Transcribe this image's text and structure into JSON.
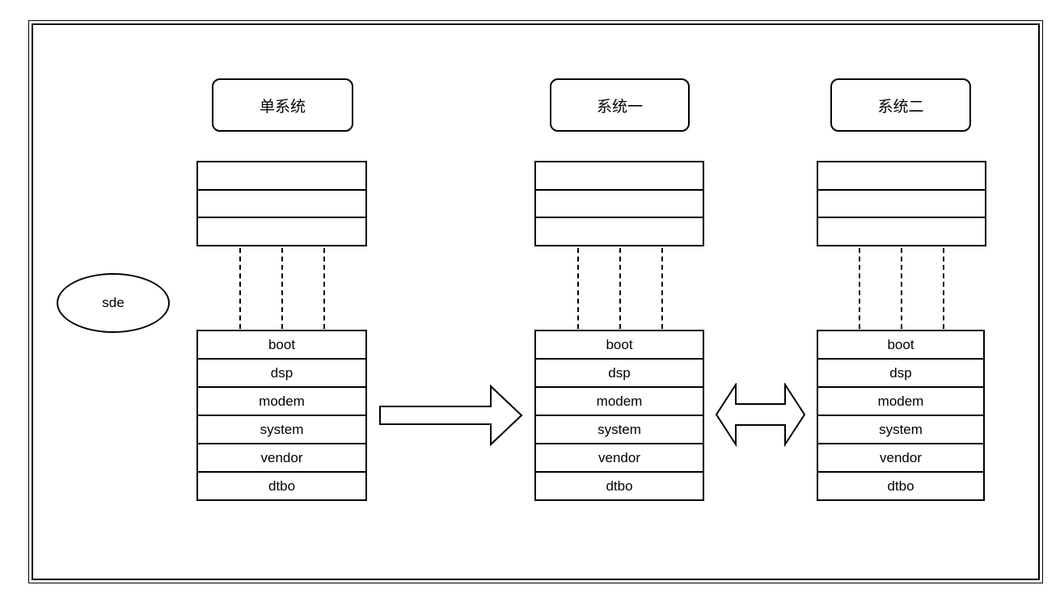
{
  "columns": [
    {
      "title": "单系统"
    },
    {
      "title": "系统一"
    },
    {
      "title": "系统二"
    }
  ],
  "ellipse": {
    "label": "sde"
  },
  "partitions": [
    "boot",
    "dsp",
    "modem",
    "system",
    "vendor",
    "dtbo"
  ],
  "icons": {
    "arrow_right": "block-arrow-right",
    "arrow_double": "block-arrow-double-horizontal"
  },
  "colors": {
    "stroke": "#000000",
    "background": "#ffffff"
  }
}
